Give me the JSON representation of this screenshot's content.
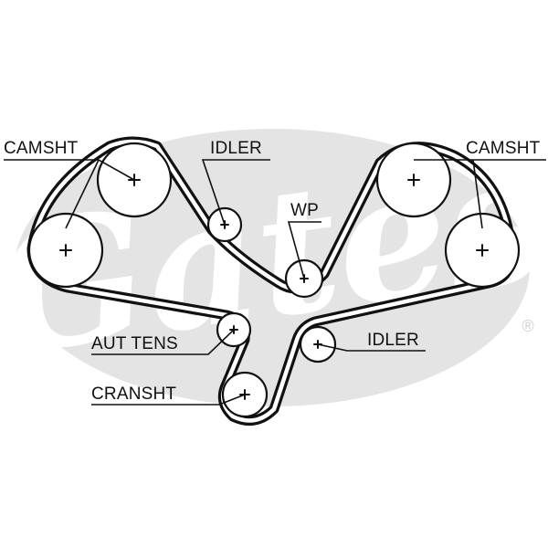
{
  "watermark": {
    "brand": "Gates",
    "registered_mark": "®",
    "color": "#e4e4e4"
  },
  "labels": {
    "camshaft_left": "CAMSHT",
    "camshaft_right": "CAMSHT",
    "idler_top": "IDLER",
    "water_pump": "WP",
    "auto_tensioner": "AUT TENS",
    "idler_bottom": "IDLER",
    "crankshaft": "CRANSHT"
  },
  "colors": {
    "line": "#111111",
    "background": "#ffffff"
  }
}
